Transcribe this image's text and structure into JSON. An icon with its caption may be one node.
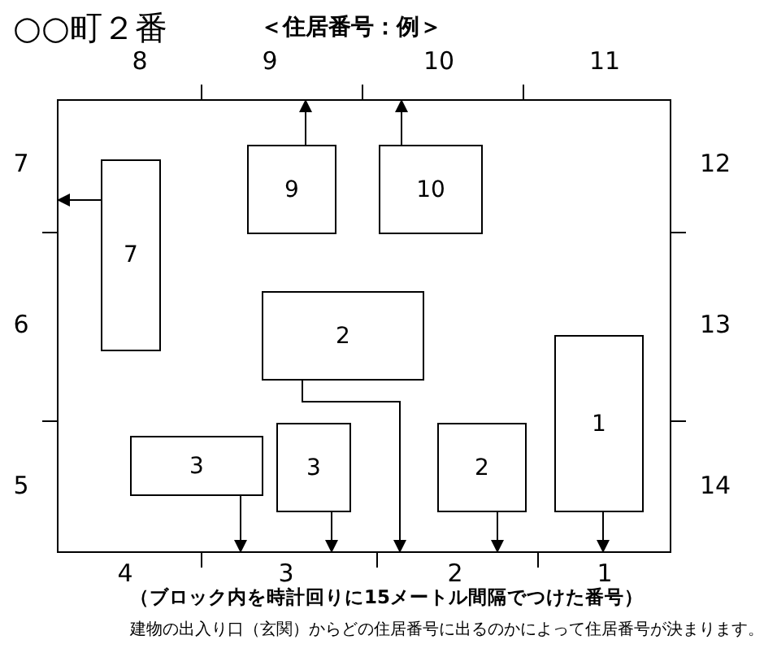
{
  "diagram": {
    "title": "○○町２番",
    "nodes": [
      {
        "text": [],
        "shape": "box"
      },
      {
        "text": [
          "9"
        ],
        "in": 0
      },
      {
        "text": [
          "10"
        ],
        "in": 0
      },
      {
        "text": [
          "7"
        ],
        "in": 0
      },
      {
        "text": [
          "2"
        ],
        "in": 0
      },
      {
        "text": [
          "1"
        ],
        "in": 0
      },
      {
        "text": [
          "3"
        ],
        "in": 0
      },
      {
        "text": [
          "3"
        ],
        "in": 0
      },
      {
        "text": [
          "2"
        ],
        "in": 0
      }
    ],
    "edges": [
      {
        "from": 1,
        "to": 0,
        "arrow": "to"
      },
      {
        "from": 2,
        "to": 0,
        "arrow": "to"
      },
      {
        "from": 3,
        "to": 0,
        "arrow": "to"
      },
      {
        "from": 4,
        "to": 0,
        "arrow": "to"
      },
      {
        "from": 5,
        "to": 0,
        "arrow": "to"
      },
      {
        "from": 6,
        "to": 0,
        "arrow": "to"
      },
      {
        "from": 7,
        "to": 0,
        "arrow": "to"
      },
      {
        "from": 8,
        "to": 0,
        "arrow": "to"
      }
    ],
    "labels": [
      "＜住居番号：例＞",
      "8",
      "9",
      "10",
      "11",
      "7",
      "12",
      "6",
      "13",
      "5",
      "14",
      "4",
      "3",
      "2",
      "1",
      "（ブロック内を時計回りに15メートル間隔でつけた番号）",
      "建物の出入り口（玄関）からどの住居番号に出るのかによって住居番号が決まります。"
    ]
  }
}
